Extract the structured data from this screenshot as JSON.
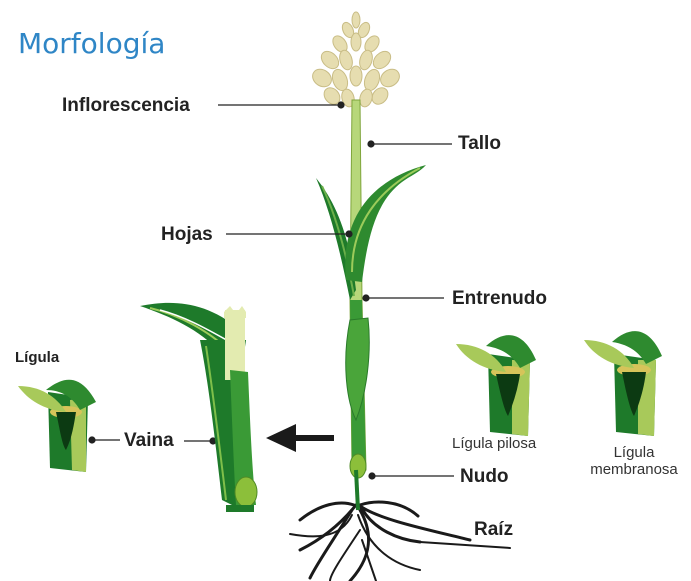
{
  "title": "Morfología",
  "labels": {
    "inflorescencia": "Inflorescencia",
    "tallo": "Tallo",
    "hojas": "Hojas",
    "entrenudo": "Entrenudo",
    "ligula": "Lígula",
    "vaina": "Vaina",
    "nudo": "Nudo",
    "raiz": "Raíz",
    "ligula_pilosa": "Lígula pilosa",
    "ligula_membranosa": [
      "Lígula",
      "membranosa"
    ]
  },
  "colors": {
    "title": "#2f86c6",
    "leaf_dark": "#1e7a2a",
    "leaf_mid": "#3a9a36",
    "leaf_light": "#a8c95a",
    "stem": "#b7d77a",
    "inflorescence": "#e6ddb0",
    "root": "#1a1a1a",
    "text": "#222222"
  },
  "icons": [
    "arrow-left-icon",
    "root-icon",
    "inflorescence-icon"
  ]
}
